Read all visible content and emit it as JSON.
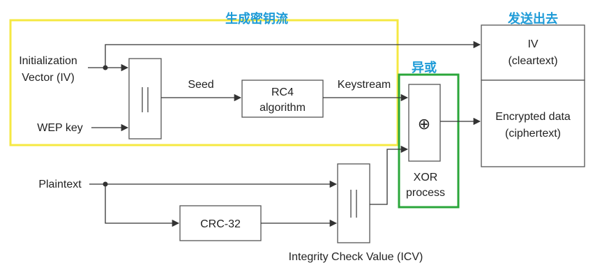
{
  "annotations": {
    "keystream_generation": "生成密钥流",
    "send_out": "发送出去",
    "xor": "异或"
  },
  "inputs": {
    "iv_line1": "Initialization",
    "iv_line2": "Vector (IV)",
    "wep_key": "WEP key",
    "plaintext": "Plaintext"
  },
  "labels": {
    "seed": "Seed",
    "keystream": "Keystream",
    "icv": "Integrity Check Value (ICV)"
  },
  "blocks": {
    "rc4_line1": "RC4",
    "rc4_line2": "algorithm",
    "crc32": "CRC-32",
    "xor_symbol": "⊕",
    "xor_line1": "XOR",
    "xor_line2": "process"
  },
  "outputs": {
    "iv": "IV",
    "iv_sub": "(cleartext)",
    "encrypted_line1": "Encrypted data",
    "encrypted_line2": "(ciphertext)"
  },
  "colors": {
    "keystream_highlight": "#f5e842",
    "xor_highlight": "#2aa63a",
    "annotation_text": "#1e9bd7"
  }
}
